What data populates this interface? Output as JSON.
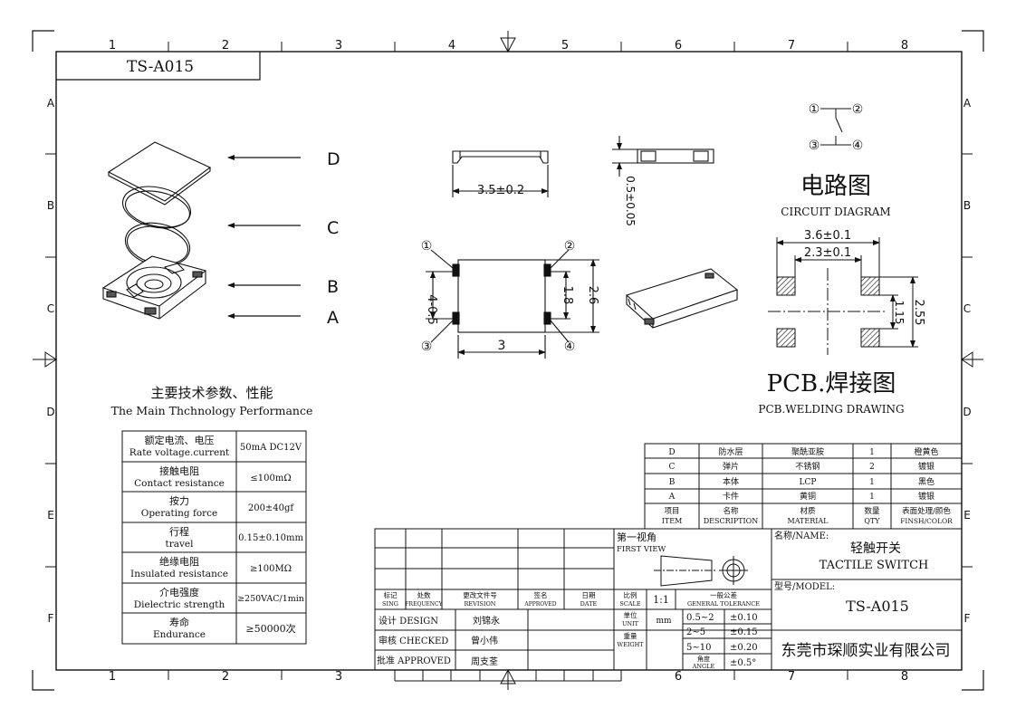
{
  "drawing": {
    "model_box": "TS-A015",
    "grid_cols": [
      "1",
      "2",
      "3",
      "4",
      "5",
      "6",
      "7",
      "8"
    ],
    "grid_rows": [
      "A",
      "B",
      "C",
      "D",
      "E",
      "F"
    ]
  },
  "exploded": {
    "labels": [
      "D",
      "C",
      "B",
      "A"
    ]
  },
  "dimensions": {
    "top_width": "3.5±0.2",
    "side_height": "0.5±0.05",
    "body_width": "3",
    "pin_spacing": "4-0.5",
    "inner_height": "1.8",
    "outer_height": "2.6",
    "pins": [
      "①",
      "②",
      "③",
      "④"
    ]
  },
  "circuit": {
    "title_cn": "电路图",
    "title_en": "CIRCUIT DIAGRAM",
    "pins": [
      "①",
      "②",
      "③",
      "④"
    ]
  },
  "pcb": {
    "title_cn": "PCB.焊接图",
    "title_en": "PCB.WELDING DRAWING",
    "dim_outer_w": "3.6±0.1",
    "dim_inner_w": "2.3±0.1",
    "dim_inner_h": "1.15",
    "dim_outer_h": "2.55"
  },
  "performance": {
    "title_cn": "主要技术参数、性能",
    "title_en": "The Main Thchnology Performance",
    "rows": [
      {
        "cn": "额定电流、电压",
        "en": "Rate voltage.current",
        "value": "50mA DC12V"
      },
      {
        "cn": "接触电阻",
        "en": "Contact resistance",
        "value": "≤100mΩ"
      },
      {
        "cn": "按力",
        "en": "Operating force",
        "value": "200±40gf"
      },
      {
        "cn": "行程",
        "en": "travel",
        "value": "0.15±0.10mm"
      },
      {
        "cn": "绝缘电阻",
        "en": "Insulated resistance",
        "value": "≥100MΩ"
      },
      {
        "cn": "介电强度",
        "en": "Dielectric strength",
        "value": "≥250VAC/1min"
      },
      {
        "cn": "寿命",
        "en": "Endurance",
        "value": "≥50000次"
      }
    ]
  },
  "bom": {
    "rows": [
      {
        "item": "D",
        "desc": "防水层",
        "material": "聚酰亚胺",
        "qty": "1",
        "finish": "橙黄色"
      },
      {
        "item": "C",
        "desc": "弹片",
        "material": "不锈钢",
        "qty": "2",
        "finish": "镀银"
      },
      {
        "item": "B",
        "desc": "本体",
        "material": "LCP",
        "qty": "1",
        "finish": "黑色"
      },
      {
        "item": "A",
        "desc": "卡件",
        "material": "黄铜",
        "qty": "1",
        "finish": "镀银"
      }
    ],
    "header": {
      "item_cn": "项目",
      "item_en": "ITEM",
      "desc_cn": "名称",
      "desc_en": "DESCRIPTION",
      "material_cn": "材质",
      "material_en": "MATERIAL",
      "qty_cn": "数量",
      "qty_en": "QTY",
      "finish_cn": "表面处理/颜色",
      "finish_en": "FINSH/COLOR"
    }
  },
  "title_block": {
    "rev_headers": [
      {
        "cn": "标记",
        "en": "SING"
      },
      {
        "cn": "处数",
        "en": "FREQUENCY"
      },
      {
        "cn": "更改文件号",
        "en": "REVISION"
      },
      {
        "cn": "签名",
        "en": "APPROVED"
      },
      {
        "cn": "日期",
        "en": "DATE"
      }
    ],
    "design_label": "设计 DESIGN",
    "design_name": "刘锦永",
    "checked_label": "审核 CHECKED",
    "checked_name": "曾小伟",
    "approved_label": "批准 APPROVED",
    "approved_name": "周支荃",
    "view_cn": "第一视角",
    "view_en": "FIRST VIEW",
    "scale_cn": "比例",
    "scale_en": "SCALE",
    "scale_value": "1:1",
    "tol_cn": "一般公差",
    "tol_en": "GENERAL TOLERANCE",
    "unit_cn": "单位",
    "unit_en": "UNIT",
    "unit_value": "mm",
    "weight_cn": "重量",
    "weight_en": "WEIGHT",
    "tol_rows": [
      {
        "range": "0.5~2",
        "tol": "±0.10"
      },
      {
        "range": "2~5",
        "tol": "±0.15"
      },
      {
        "range": "5~10",
        "tol": "±0.20"
      }
    ],
    "angle_cn": "角度",
    "angle_en": "ANGLE",
    "angle_tol": "±0.5°",
    "name_label": "名称/NAME:",
    "name_cn": "轻触开关",
    "name_en": "TACTILE SWITCH",
    "model_label": "型号/MODEL:",
    "model_value": "TS-A015",
    "company": "东莞市琛顺实业有限公司"
  }
}
